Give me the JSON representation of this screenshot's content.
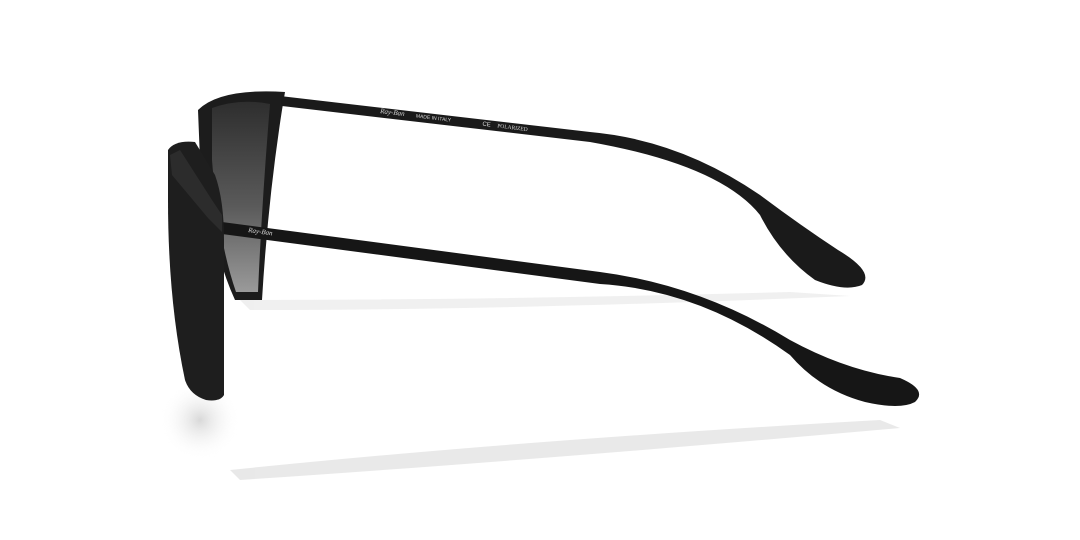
{
  "product": {
    "brand_logo_text": "Ray-Ban",
    "temple_imprint": {
      "origin": "MADE IN ITALY",
      "mark": "CE",
      "lens": "POLARIZED"
    }
  },
  "colors": {
    "frame": "#1c1c1c",
    "lens_top": "#3a3a3a",
    "lens_bottom": "#8a8a8a",
    "background": "#ffffff",
    "shadow": "#d9d9d9"
  }
}
